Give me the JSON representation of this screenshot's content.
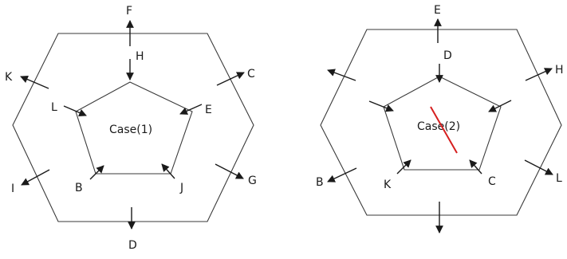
{
  "diagrams": [
    {
      "id": "case1",
      "center_label": "Case(1)",
      "slashed": false,
      "labels": {
        "F": "F",
        "H": "H",
        "K": "K",
        "C": "C",
        "L": "L",
        "E": "E",
        "I": "I",
        "G": "G",
        "B": "B",
        "J": "J",
        "D": "D"
      }
    },
    {
      "id": "case2",
      "center_label": "Case(2)",
      "slashed": true,
      "labels": {
        "E": "E",
        "D": "D",
        "H": "H",
        "B": "B",
        "L": "L",
        "K": "K",
        "C": "C"
      }
    }
  ],
  "colors": {
    "line": "#3a3a3a",
    "arrow": "#1a1a1a",
    "slash": "#d61f1f"
  }
}
